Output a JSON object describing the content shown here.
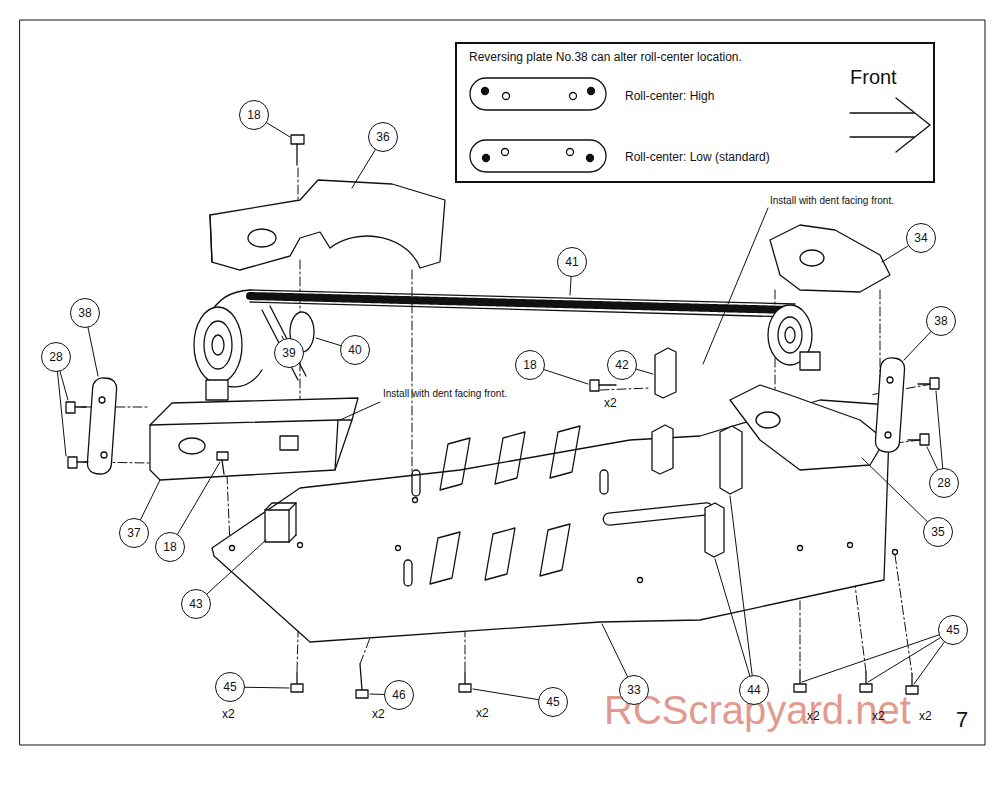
{
  "diagram": {
    "nodes": [
      {
        "text": [
          "Reversing plate No.38 can alter roll-center location.",
          "Roll-center: High",
          "Roll-center: Low (standard)"
        ]
      },
      {
        "text": [
          "18"
        ]
      },
      {
        "text": [
          "36"
        ]
      },
      {
        "text": [
          "34"
        ]
      },
      {
        "text": [
          "41"
        ]
      },
      {
        "text": [
          "38"
        ]
      },
      {
        "text": [
          "38"
        ]
      },
      {
        "text": [
          "40"
        ]
      },
      {
        "text": [
          "39"
        ]
      },
      {
        "text": [
          "28"
        ]
      },
      {
        "text": [
          "18"
        ]
      },
      {
        "text": [
          "42"
        ]
      },
      {
        "text": [
          "28"
        ]
      },
      {
        "text": [
          "35"
        ]
      },
      {
        "text": [
          "37"
        ]
      },
      {
        "text": [
          "18"
        ]
      },
      {
        "text": [
          "43"
        ]
      },
      {
        "text": [
          "45"
        ]
      },
      {
        "text": [
          "45"
        ]
      },
      {
        "text": [
          "33"
        ]
      },
      {
        "text": [
          "44"
        ]
      },
      {
        "text": [
          "46"
        ]
      },
      {
        "text": [
          "45"
        ]
      }
    ],
    "labels": [
      "Front",
      "Install with dent facing front.",
      "Install with dent facing front.",
      "x2",
      "x2",
      "x2",
      "x2",
      "x2",
      "x2",
      "x2",
      "7",
      "RCScrapyard.net"
    ]
  }
}
